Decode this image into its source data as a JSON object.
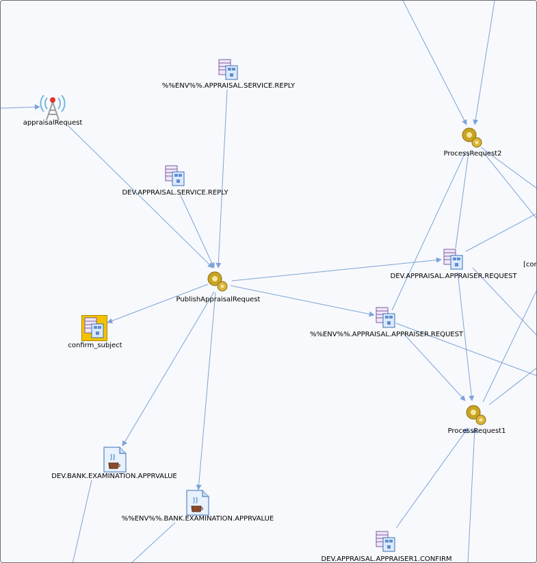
{
  "diagram": {
    "nodes": {
      "appraisal_request": {
        "label": "appraisalRequest",
        "icon": "radio-tower-icon"
      },
      "env_service_reply": {
        "label": "%%ENV%%.APPRAISAL.SERVICE.REPLY",
        "icon": "destination-queue-icon"
      },
      "dev_service_reply": {
        "label": "DEV.APPRAISAL.SERVICE.REPLY",
        "icon": "destination-queue-icon"
      },
      "publish_appraisal_request": {
        "label": "PublishAppraisalRequest",
        "icon": "process-gear-icon"
      },
      "confirm_subject": {
        "label": "confirm_subject",
        "icon": "destination-queue-icon",
        "selected": true
      },
      "process_request2": {
        "label": "ProcessRequest2",
        "icon": "process-gear-icon"
      },
      "dev_appraiser_request": {
        "label": "DEV.APPRAISAL.APPRAISER.REQUEST",
        "icon": "destination-queue-icon"
      },
      "env_appraiser_request": {
        "label": "%%ENV%%.APPRAISAL.APPRAISER.REQUEST",
        "icon": "destination-queue-icon"
      },
      "process_request1": {
        "label": "ProcessRequest1",
        "icon": "process-gear-icon"
      },
      "dev_bank_apprvalue": {
        "label": "DEV.BANK.EXAMINATION.APPRVALUE",
        "icon": "java-document-icon"
      },
      "env_bank_apprvalue": {
        "label": "%%ENV%%.BANK.EXAMINATION.APPRVALUE",
        "icon": "java-document-icon"
      },
      "dev_appraiser1_confirm": {
        "label": "DEV.APPRAISAL.APPRAISER1.CONFIRM",
        "icon": "destination-queue-icon"
      }
    },
    "clipped_label": "[con",
    "colors": {
      "edge": "#7ea2d8",
      "background": "#f7f9fc",
      "selection": "#f2c200"
    }
  }
}
